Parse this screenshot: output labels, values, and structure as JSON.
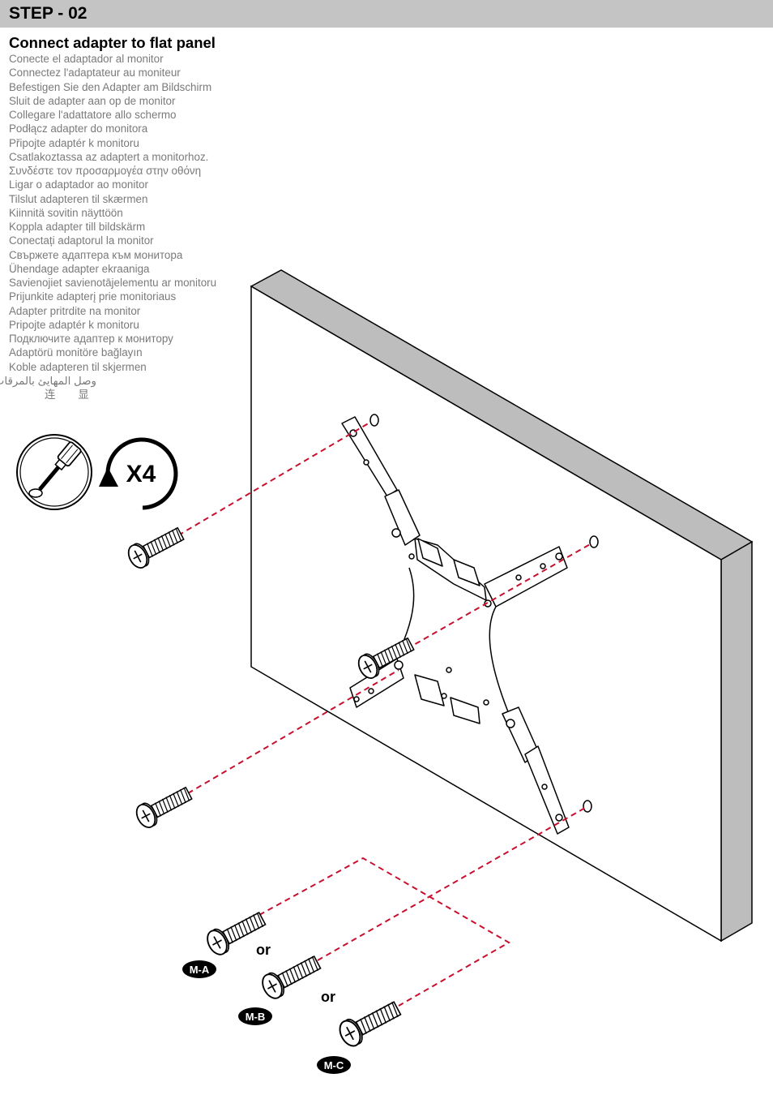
{
  "step": {
    "title": "STEP - 02"
  },
  "instruction": {
    "heading": "Connect adapter to flat panel",
    "translations": [
      "Conecte el adaptador al monitor",
      "Connectez l'adaptateur au moniteur",
      "Befestigen Sie den Adapter am Bildschirm",
      "Sluit de adapter aan op de monitor",
      "Collegare l'adattatore allo schermo",
      "Podłącz adapter do monitora",
      "Připojte adaptér k monitoru",
      "Csatlakoztassa az adaptert a monitorhoz.",
      "Συνδέστε τον προσαρμογέα στην οθόνη",
      "Ligar o adaptador ao monitor",
      "Tilslut adapteren til skærmen",
      "Kiinnitä sovitin näyttöön",
      "Koppla adapter till bildskärm",
      "Conectați adaptorul la monitor",
      "Свържете адаптера към монитора",
      "Ühendage adapter ekraaniga",
      "Savienojiet savienotājelementu ar monitoru",
      "Prijunkite adapterį prie monitoriaus",
      "Adapter pritrdite na monitor",
      "Pripojte adaptér k monitoru",
      "Подключите адаптер к монитору",
      "Adaptörü monitöre bağlayın",
      "Koble adapteren til skjermen"
    ],
    "arabic": "وصل المهايئ بالمرقاب",
    "chinese": "连显"
  },
  "tool": {
    "icon": "screwdriver-icon",
    "quantity_label": "X4"
  },
  "screw_options": {
    "labels": [
      "M-A",
      "M-B",
      "M-C"
    ],
    "separator": "or"
  },
  "colors": {
    "header_bar": "#c4c4c4",
    "guide_line": "#c8102e",
    "panel_edge": "#bdbdbd",
    "translation_text": "#7a7a7a"
  }
}
